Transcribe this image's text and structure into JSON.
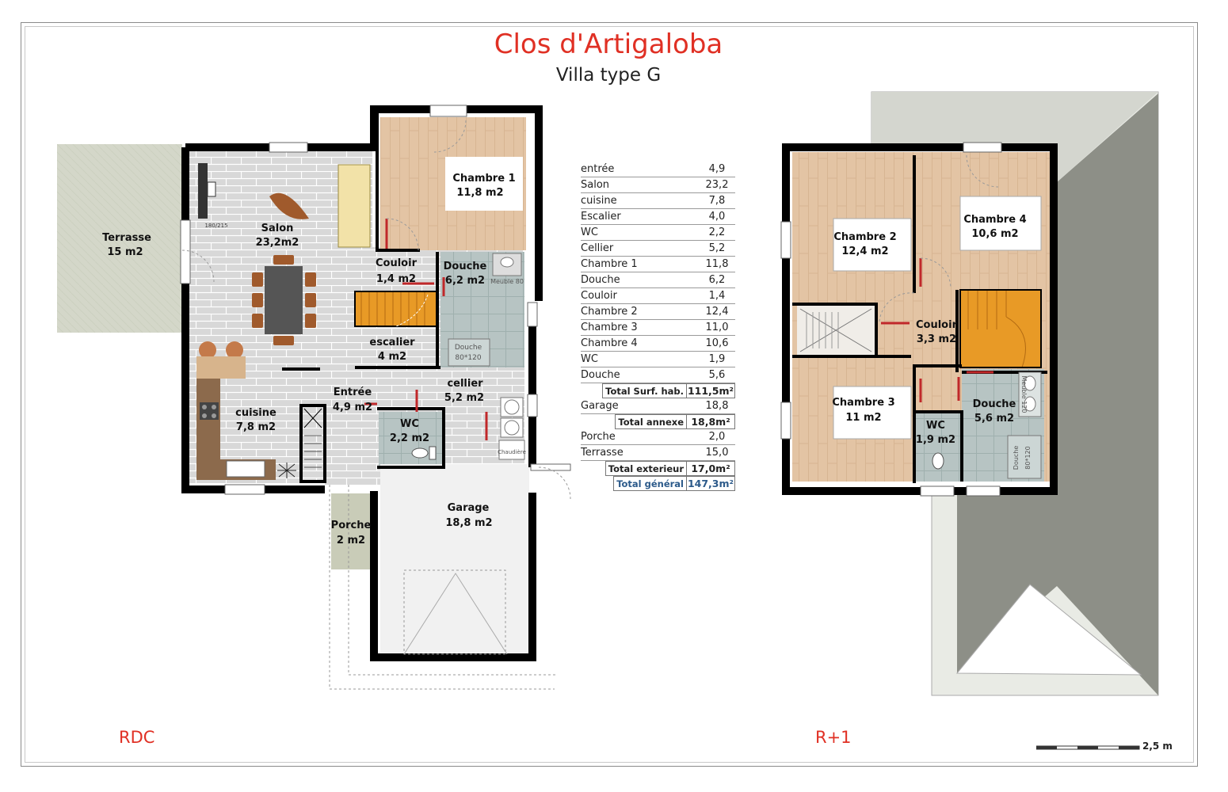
{
  "header": {
    "title": "Clos d'Artigaloba",
    "subtitle": "Villa type G"
  },
  "levels": {
    "ground": "RDC",
    "upper": "R+1"
  },
  "ground_floor_rooms": {
    "terrasse": {
      "name": "Terrasse",
      "area": "15 m2"
    },
    "salon": {
      "name": "Salon",
      "area": "23,2m2"
    },
    "chambre1": {
      "name": "Chambre 1",
      "area": "11,8 m2"
    },
    "couloir": {
      "name": "Couloir",
      "area": "1,4 m2"
    },
    "douche": {
      "name": "Douche",
      "area": "6,2 m2"
    },
    "escalier": {
      "name": "escalier",
      "area": "4 m2"
    },
    "entree": {
      "name": "Entrée",
      "area": "4,9 m2"
    },
    "cellier": {
      "name": "cellier",
      "area": "5,2 m2"
    },
    "cuisine": {
      "name": "cuisine",
      "area": "7,8 m2"
    },
    "wc": {
      "name": "WC",
      "area": "2,2 m2"
    },
    "porche": {
      "name": "Porche",
      "area": "2 m2"
    },
    "garage": {
      "name": "Garage",
      "area": "18,8 m2"
    }
  },
  "ground_floor_fixtures": {
    "window_size": "180/215",
    "meuble": "Meuble 80",
    "douche_label": "Douche",
    "douche_size": "80*120",
    "chaudiere": "Chaudière"
  },
  "upper_floor_rooms": {
    "chambre2": {
      "name": "Chambre 2",
      "area": "12,4 m2"
    },
    "chambre4": {
      "name": "Chambre 4",
      "area": "10,6 m2"
    },
    "couloir": {
      "name": "Couloir",
      "area": "3,3 m2"
    },
    "chambre3": {
      "name": "Chambre 3",
      "area": "11 m2"
    },
    "wc": {
      "name": "WC",
      "area": "1,9 m2"
    },
    "douche": {
      "name": "Douche",
      "area": "5,6 m2"
    }
  },
  "upper_floor_fixtures": {
    "meuble": "Meuble 120",
    "douche_label": "Douche",
    "douche_size": "80*120"
  },
  "surface_table": {
    "rows": [
      {
        "label": "entrée",
        "value": "4,9"
      },
      {
        "label": "Salon",
        "value": "23,2"
      },
      {
        "label": "cuisine",
        "value": "7,8"
      },
      {
        "label": "Escalier",
        "value": "4,0"
      },
      {
        "label": "WC",
        "value": "2,2"
      },
      {
        "label": "Cellier",
        "value": "5,2"
      },
      {
        "label": "Chambre 1",
        "value": "11,8"
      },
      {
        "label": "Douche",
        "value": "6,2"
      },
      {
        "label": "Couloir",
        "value": "1,4"
      },
      {
        "label": "Chambre 2",
        "value": "12,4"
      },
      {
        "label": "Chambre 3",
        "value": "11,0"
      },
      {
        "label": "Chambre 4",
        "value": "10,6"
      },
      {
        "label": "WC",
        "value": "1,9"
      },
      {
        "label": "Douche",
        "value": "5,6"
      }
    ],
    "total_hab": {
      "label": "Total Surf. hab.",
      "value": "111,5m²"
    },
    "annexe_rows": [
      {
        "label": "Garage",
        "value": "18,8"
      }
    ],
    "total_annexe": {
      "label": "Total annexe",
      "value": "18,8m²"
    },
    "ext_rows": [
      {
        "label": "Porche",
        "value": "2,0"
      },
      {
        "label": "Terrasse",
        "value": "15,0"
      }
    ],
    "total_ext": {
      "label": "Total exterieur",
      "value": "17,0m²"
    },
    "total_general": {
      "label": "Total général",
      "value": "147,3m²"
    }
  },
  "scale_bar": {
    "label": "2,5 m"
  },
  "colors": {
    "title": "#e03024",
    "wall": "#000000",
    "wood": "#e5c8a8",
    "tile": "#d9d9d9",
    "wet_tile": "#b9c6c6",
    "terrace": "#d6d8cc",
    "total_general": "#2c5a8a"
  }
}
